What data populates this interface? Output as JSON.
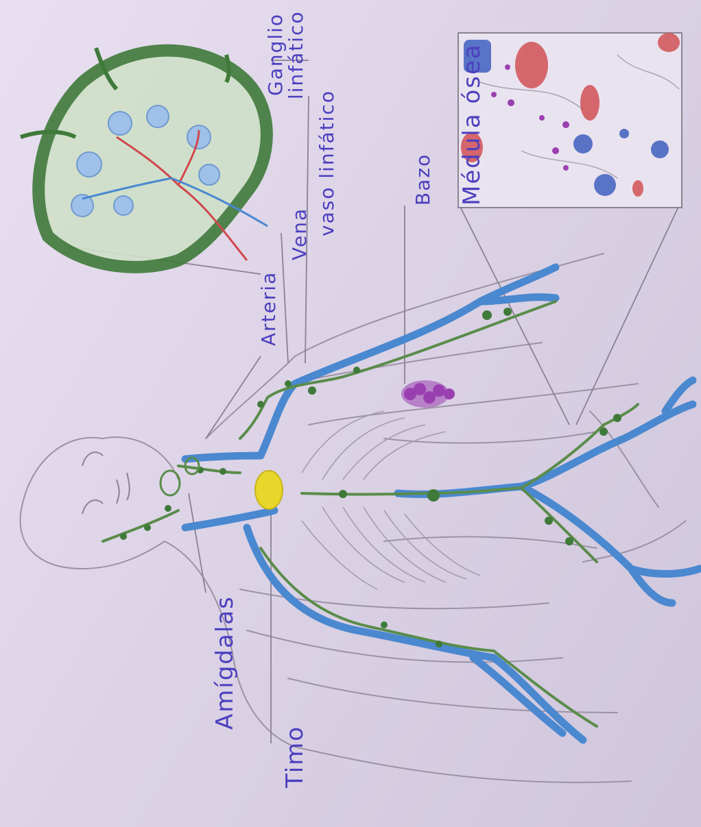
{
  "colors": {
    "vessel_blue": "#4a88d0",
    "lymph_green": "#5a8c4a",
    "node_green": "#3f7a3a",
    "artery_red": "#d0484c",
    "spleen_purple": "#9a3fb0",
    "thymus_yellow": "#e8d62a",
    "pencil_gray": "#8a8292",
    "ink_violet": "#4b3fbf"
  },
  "labels": {
    "timo": "Timo",
    "amigdalas": "Amígdalas",
    "bazo": "Bazo",
    "medula_osea": "Médula ósea",
    "arteria": "Arteria",
    "vena": "Vena",
    "vaso_linfatico": "vaso linfático",
    "ganglio_linfatico_1": "Ganglio",
    "ganglio_linfatico_2": "linfático"
  }
}
